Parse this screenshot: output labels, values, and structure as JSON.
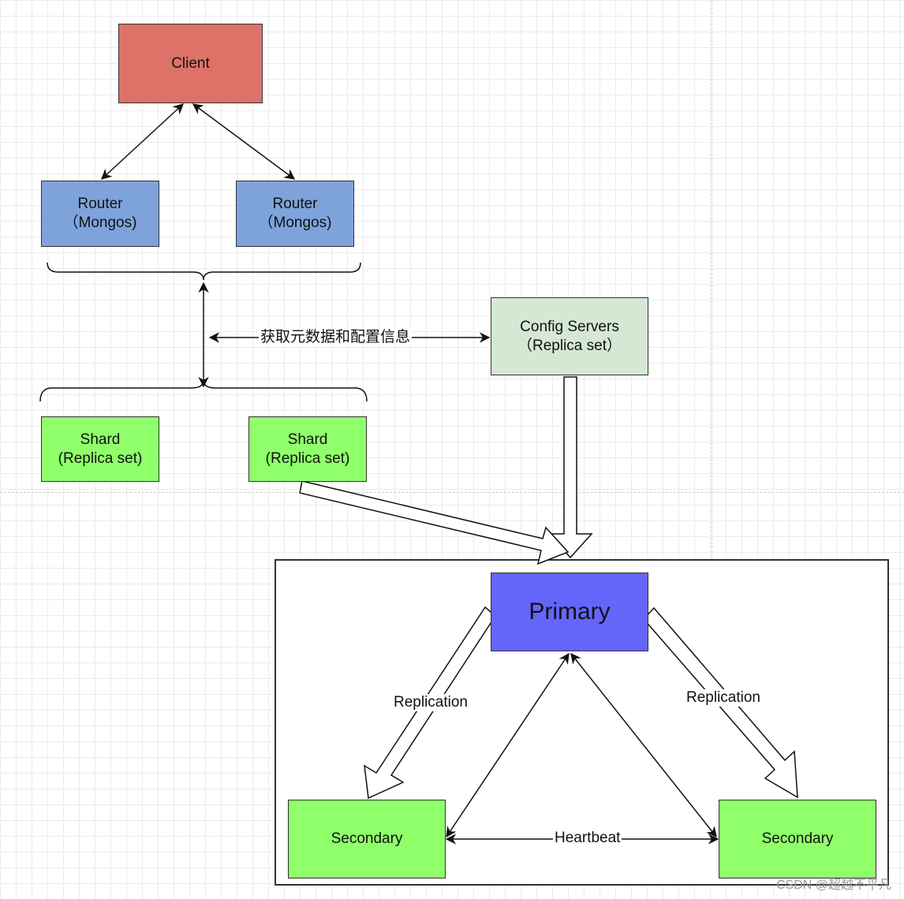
{
  "colors": {
    "client": "#de7268",
    "router": "#7ea3db",
    "config": "#d5e8d4",
    "shard": "#8fff6a",
    "primary": "#6466f9",
    "secondary": "#8fff6a",
    "stroke": "#333333"
  },
  "nodes": {
    "client": {
      "label": "Client"
    },
    "router1": {
      "line1": "Router",
      "line2": "（Mongos)"
    },
    "router2": {
      "line1": "Router",
      "line2": "（Mongos)"
    },
    "config": {
      "line1": "Config Servers",
      "line2": "（Replica set）"
    },
    "shard1": {
      "line1": "Shard",
      "line2": "(Replica set)"
    },
    "shard2": {
      "line1": "Shard",
      "line2": "(Replica set)"
    },
    "primary": {
      "label": "Primary"
    },
    "secondary_left": {
      "label": "Secondary"
    },
    "secondary_right": {
      "label": "Secondary"
    }
  },
  "edge_labels": {
    "metadata": "获取元数据和配置信息",
    "replication_left": "Replication",
    "replication_right": "Replication",
    "heartbeat": "Heartbeat"
  },
  "watermark": "CSDN @超越不平凡"
}
